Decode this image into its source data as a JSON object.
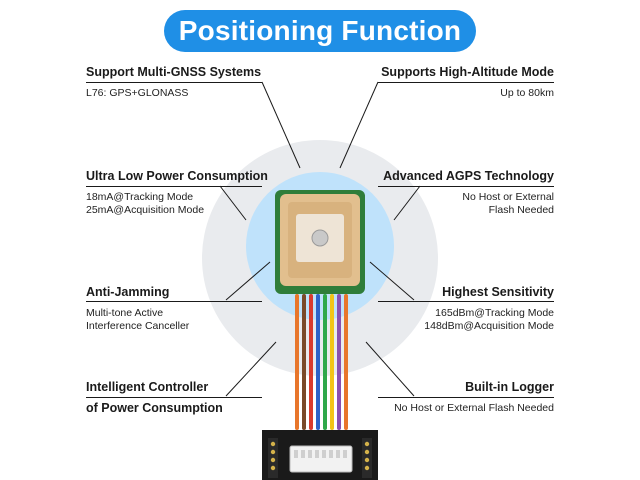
{
  "banner": {
    "title": "Positioning Function"
  },
  "features": {
    "left": [
      {
        "title": "Support Multi-GNSS Systems",
        "lines": [
          "L76: GPS+GLONASS"
        ]
      },
      {
        "title": "Ultra Low Power Consumption",
        "lines": [
          "18mA@Tracking Mode",
          "25mA@Acquisition Mode"
        ]
      },
      {
        "title": "Anti-Jamming",
        "lines": [
          "Multi-tone Active",
          "Interference Canceller"
        ]
      },
      {
        "title": "Intelligent Controller",
        "lines": [
          "of Power Consumption"
        ]
      }
    ],
    "right": [
      {
        "title": "Supports High-Altitude Mode",
        "lines": [
          "Up to 80km"
        ]
      },
      {
        "title": "Advanced AGPS Technology",
        "lines": [
          "No Host or External",
          "Flash Needed"
        ]
      },
      {
        "title": "Highest Sensitivity",
        "lines": [
          "165dBm@Tracking Mode",
          "148dBm@Acquisition Mode"
        ]
      },
      {
        "title": "Built-in Logger",
        "lines": [
          "No Host or External Flash Needed"
        ]
      }
    ]
  },
  "colors": {
    "banner": "#1f8fe6",
    "outer_circle": "#e9ebee",
    "inner_circle": "#bfe2fb",
    "antenna_ceramic": "#e2bf8e",
    "antenna_pcb": "#2f7d3a",
    "board": "#1a1a1a",
    "wires": [
      "#e8762b",
      "#7a4a2a",
      "#d93b2e",
      "#2d63c9",
      "#2fa84a",
      "#f2c418",
      "#8a4fb0",
      "#e8762b"
    ]
  },
  "icons": {
    "module": "gps-antenna-module-icon"
  }
}
